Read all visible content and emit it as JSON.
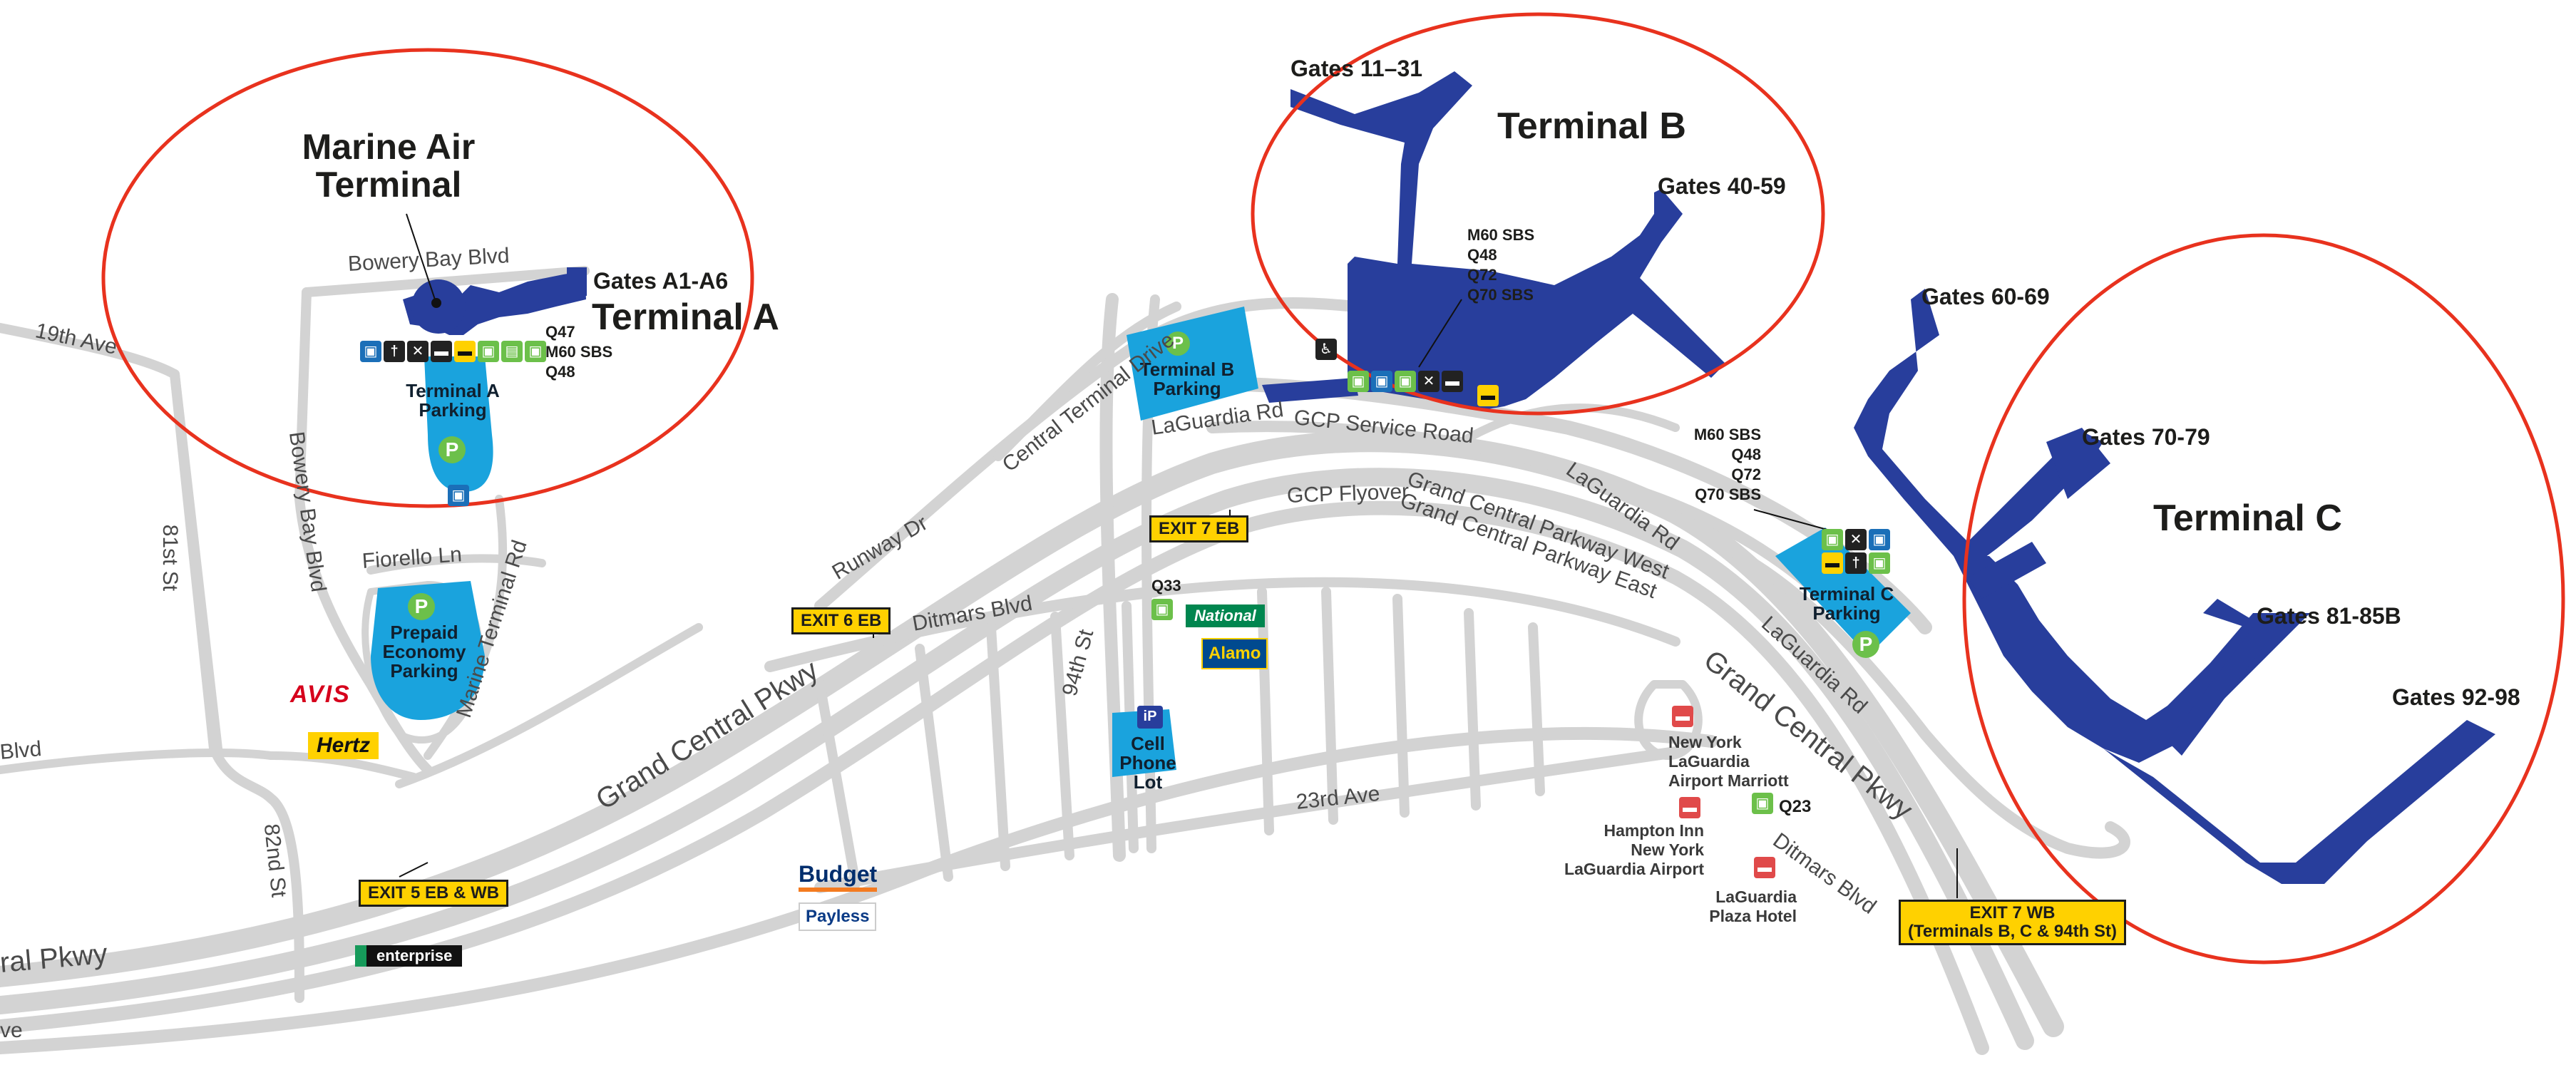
{
  "terminals": {
    "marine_air": {
      "line1": "Marine Air",
      "line2": "Terminal"
    },
    "a": {
      "title": "Terminal A",
      "gates": "Gates A1-A6",
      "routes": [
        "Q47",
        "M60 SBS",
        "Q48"
      ],
      "parking": [
        "Terminal A",
        "Parking"
      ]
    },
    "b": {
      "title": "Terminal B",
      "gates_1": "Gates 11–31",
      "gates_2": "Gates 40-59",
      "routes": [
        "M60 SBS",
        "Q48",
        "Q72",
        "Q70 SBS"
      ],
      "parking": [
        "Terminal B",
        "Parking"
      ]
    },
    "c": {
      "title": "Terminal C",
      "gates_1": "Gates 60-69",
      "gates_2": "Gates 70-79",
      "gates_3": "Gates 81-85B",
      "gates_4": "Gates 92-98",
      "routes": [
        "M60 SBS",
        "Q48",
        "Q72",
        "Q70 SBS"
      ],
      "parking": [
        "Terminal C",
        "Parking"
      ]
    }
  },
  "parking": {
    "prepaid": [
      "Prepaid",
      "Economy",
      "Parking"
    ],
    "cell_phone": [
      "Cell",
      "Phone",
      "Lot"
    ],
    "p_symbol": "P",
    "ip_symbol": "iP"
  },
  "roads": {
    "ave19": "19th Ave",
    "bowery_bay_blvd_top": "Bowery Bay Blvd",
    "bowery_bay_blvd_side": "Bowery Bay Blvd",
    "st81": "81st St",
    "st82": "82nd St",
    "fiorello": "Fiorello Ln",
    "marine_terminal_rd": "Marine Terminal Rd",
    "blvd_left": "Blvd",
    "pkwy_left": "ral Pkwy",
    "ave_left": "ve",
    "central_terminal_drive": "Central Terminal Drive",
    "laguardia_rd_b": "LaGuardia Rd",
    "gcp_service": "GCP Service Road",
    "runway_dr": "Runway Dr",
    "gcp_flyover": "GCP Flyover",
    "gcp_west": "Grand Central Parkway West",
    "gcp_east": "Grand Central Parkway East",
    "laguardia_rd_right": "LaGuardia Rd",
    "laguardia_rd_c": "LaGuardia Rd",
    "ditmars_left": "Ditmars Blvd",
    "ditmars_right": "Ditmars Blvd",
    "grand_central_pkwy_mid": "Grand Central Pkwy",
    "grand_central_pkwy_right": "Grand Central Pkwy",
    "st94": "94th St",
    "ave23": "23rd Ave"
  },
  "exits": {
    "exit5": "EXIT 5 EB & WB",
    "exit6": "EXIT 6 EB",
    "exit7eb": "EXIT 7 EB",
    "exit7wb_1": "EXIT 7 WB",
    "exit7wb_2": "(Terminals B, C & 94th St)"
  },
  "transit": {
    "q33": "Q33",
    "q23": "Q23"
  },
  "hotels": {
    "marriott": [
      "New York",
      "LaGuardia",
      "Airport Marriott"
    ],
    "hampton": [
      "Hampton Inn",
      "New York",
      "LaGuardia Airport"
    ],
    "plaza": [
      "LaGuardia",
      "Plaza Hotel"
    ]
  },
  "rentals": {
    "avis": "AVIS",
    "hertz": "Hertz",
    "national": "National",
    "alamo": "Alamo",
    "budget": "Budget",
    "payless": "Payless",
    "enterprise": "enterprise"
  },
  "colors": {
    "terminal_blue": "#283e9c",
    "parking_blue": "#1aa3dd",
    "road_gray": "#d3d3d3",
    "circle_red": "#e8321e",
    "exit_yellow": "#ffd100",
    "transit_green": "#6cc04a"
  },
  "icons": [
    "bus-icon",
    "taxi-icon",
    "restroom-icon",
    "accessible-icon",
    "p-icon",
    "hotel-icon",
    "cell-lot-icon"
  ]
}
